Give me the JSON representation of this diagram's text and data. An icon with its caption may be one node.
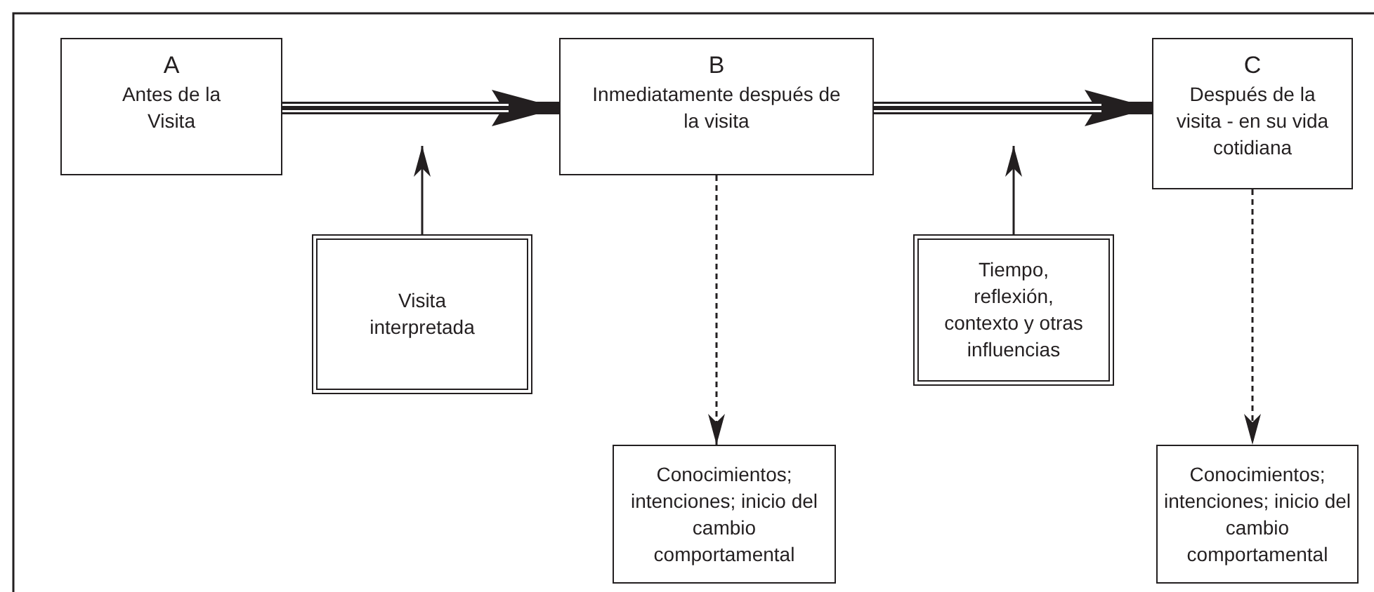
{
  "diagram": {
    "nodes": [
      {
        "text": [
          "A",
          "Antes de la Visita"
        ]
      },
      {
        "text": [
          "B",
          "Inmediatamente después de la visita"
        ]
      },
      {
        "text": [
          "C",
          "Después de la visita - en su vida cotidiana"
        ]
      },
      {
        "text": [
          "Visita interpretada"
        ]
      },
      {
        "text": [
          "Tiempo, reflexión, contexto y otras influencias"
        ]
      },
      {
        "text": [
          "Conocimientos; intenciones; inicio del cambio comportamental"
        ]
      },
      {
        "text": [
          "Conocimientos; intenciones; inicio del cambio comportamental"
        ]
      }
    ],
    "edges": [
      {
        "from": 0,
        "to": 1,
        "arrow": "to",
        "style": "thick"
      },
      {
        "from": 3,
        "to": null,
        "arrow": "to"
      },
      {
        "from": 1,
        "to": 2,
        "arrow": "to",
        "style": "thick"
      },
      {
        "from": 4,
        "to": null,
        "arrow": "to"
      },
      {
        "from": 1,
        "to": 5,
        "arrow": "to",
        "style": "dashed"
      },
      {
        "from": 2,
        "to": 6,
        "arrow": "to",
        "style": "dashed"
      }
    ]
  }
}
